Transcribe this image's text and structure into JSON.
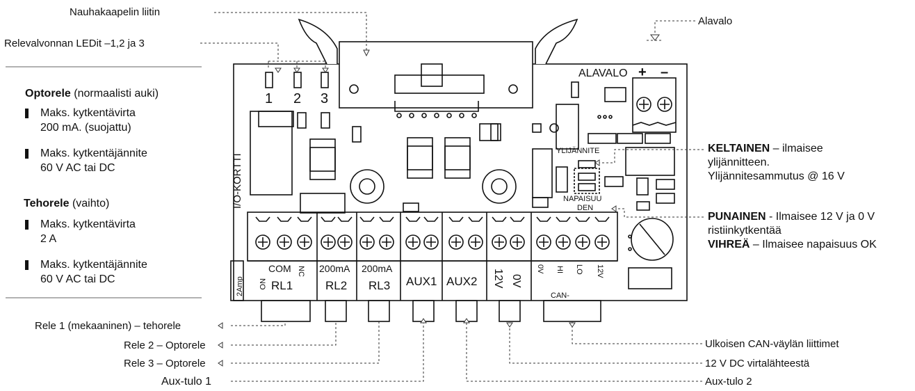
{
  "callouts": {
    "ribbon_connector": "Nauhakaapelin liitin",
    "relay_leds": "Relevalvonnan LEDit –1,2 ja 3",
    "bottom_light": "Alavalo",
    "relay1": "Rele 1 (mekaaninen) – tehorele",
    "relay2": "Rele 2 – Optorele",
    "relay3": "Rele 3 – Optorele",
    "aux1": "Aux-tulo 1",
    "aux2": "Aux-tulo 2",
    "can_ext": "Ulkoisen CAN-väylän liittimet",
    "dc12": "12 V DC virtalähteestä"
  },
  "left_panel": {
    "opto_title": "Optorele",
    "opto_sub": " (normaalisti auki)",
    "opto_i1_l1": "Maks. kytkentävirta",
    "opto_i1_l2": "200 mA. (suojattu)",
    "opto_i2_l1": "Maks. kytkentäjännite",
    "opto_i2_l2": "60 V AC tai DC",
    "power_title": "Tehorele",
    "power_sub": " (vaihto)",
    "power_i1_l1": "Maks. kytkentävirta",
    "power_i1_l2": "2 A",
    "power_i2_l1": "Maks. kytkentäjännite",
    "power_i2_l2": "60 V AC tai DC"
  },
  "right_panel": {
    "yellow_key": "KELTAINEN",
    "yellow_rest": " – ilmaisee",
    "yellow_l2": "ylijännitteen.",
    "yellow_l3": "Ylijännitesammutus @ 16 V",
    "red_key": "PUNAINEN",
    "red_rest": " - Ilmaisee 12 V ja 0 V",
    "red_l2": "ristiinkytkentää",
    "green_key": "VIHREÄ",
    "green_rest": " – Ilmaisee napaisuus OK"
  },
  "board": {
    "io_card": "I/O-KORTTI",
    "alavalo": "ALAVALO",
    "plus": "+",
    "minus": "–",
    "led1": "1",
    "led2": "2",
    "led3": "3",
    "overvoltage": "YLIJÄNNITE",
    "polarity_l1": "NAPAISUU",
    "polarity_l2": "DEN",
    "rl1_amp": "2Amp",
    "rl1_no": "NO",
    "rl1_com": "COM",
    "rl1_nc": "NC",
    "rl1": "RL1",
    "rl2_amp": "200mA",
    "rl2": "RL2",
    "rl3_amp": "200mA",
    "rl3": "RL3",
    "aux1": "AUX1",
    "aux2": "AUX2",
    "v12": "12V",
    "v0": "0V",
    "can_0v": "0V",
    "can_hi": "HI",
    "can_lo": "LO",
    "can_12v": "12V",
    "can": "CAN-"
  }
}
